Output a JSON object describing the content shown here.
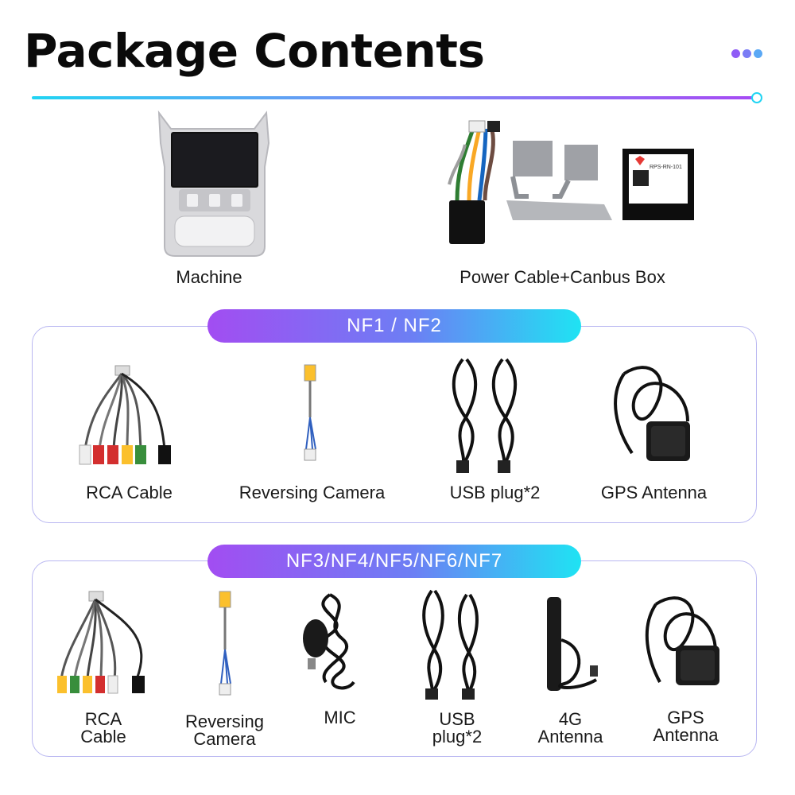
{
  "header": {
    "title": "Package Contents",
    "dot_colors": [
      "#8f5cf6",
      "#7a7cf5",
      "#5aa8f5"
    ]
  },
  "top_items": [
    {
      "label": "Machine",
      "icon": "car-stereo-unit"
    },
    {
      "label": "Power Cable+Canbus Box",
      "icon": "wiring-harness-brackets-canbus"
    }
  ],
  "canbus_box": {
    "line1": "RPS-RN-101"
  },
  "group1": {
    "title": "NF1 / NF2",
    "items": [
      {
        "label": "RCA Cable",
        "icon": "rca-cable"
      },
      {
        "label": "Reversing Camera",
        "icon": "reversing-camera-cable"
      },
      {
        "label": "USB plug*2",
        "icon": "usb-cables"
      },
      {
        "label": "GPS Antenna",
        "icon": "gps-antenna"
      }
    ]
  },
  "group2": {
    "title": "NF3/NF4/NF5/NF6/NF7",
    "items": [
      {
        "label_l1": "RCA",
        "label_l2": "Cable",
        "icon": "rca-cable"
      },
      {
        "label_l1": "Reversing",
        "label_l2": "Camera",
        "icon": "reversing-camera-cable"
      },
      {
        "label_l1": "MIC",
        "label_l2": "",
        "icon": "microphone"
      },
      {
        "label_l1": "USB",
        "label_l2": "plug*2",
        "icon": "usb-cables"
      },
      {
        "label_l1": "4G",
        "label_l2": "Antenna",
        "icon": "4g-antenna"
      },
      {
        "label_l1": "GPS",
        "label_l2": "Antenna",
        "icon": "gps-antenna"
      }
    ]
  }
}
